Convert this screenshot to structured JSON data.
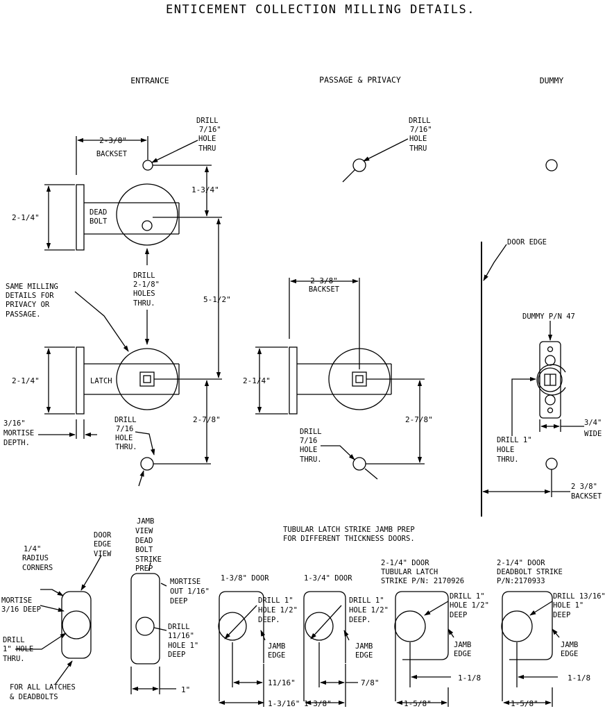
{
  "title": "ENTICEMENT COLLECTION MILLING DETAILS.",
  "sections": {
    "entrance": "ENTRANCE",
    "passage_privacy": "PASSAGE & PRIVACY",
    "dummy": "DUMMY"
  },
  "entrance": {
    "drill_top": [
      "DRILL",
      "7/16\"",
      "HOLE",
      "THRU"
    ],
    "backset": "2-3/8\"",
    "backset_label": "BACKSET",
    "dim_1_3_4": "1-3/4\"",
    "deadbolt_label": [
      "DEAD",
      "BOLT"
    ],
    "height_upper": "2-1/4\"",
    "drill_mid": [
      "DRILL",
      "2-1/8\"",
      "HOLES",
      "THRU."
    ],
    "dim_5_1_2": "5-1/2\"",
    "same_milling_note": [
      "SAME MILLING",
      "DETAILS FOR",
      "PRIVACY OR",
      "PASSAGE."
    ],
    "height_lower": "2-1/4\"",
    "latch_label": "LATCH",
    "mortise_depth": [
      "3/16\"",
      "MORTISE",
      "DEPTH."
    ],
    "drill_bottom": [
      "DRILL",
      "7/16",
      "HOLE",
      "THRU."
    ],
    "dim_2_7_8": "2-7/8\""
  },
  "passage": {
    "drill_top": [
      "DRILL",
      "7/16\"",
      "HOLE",
      "THRU"
    ],
    "backset": "2 3/8\"",
    "backset_label": "BACKSET",
    "height": "2-1/4\"",
    "drill_bottom": [
      "DRILL",
      "7/16",
      "HOLE",
      "THRU."
    ],
    "dim_2_7_8": "2-7/8\""
  },
  "dummy": {
    "door_edge": "DOOR EDGE",
    "part_number": "DUMMY P/N 47",
    "width": [
      "3/4\"",
      "WIDE"
    ],
    "drill": [
      "DRILL 1\"",
      "HOLE",
      "THRU."
    ],
    "backset": [
      "2 3/8\"",
      "BACKSET"
    ]
  },
  "bottom": {
    "radius_note": [
      "1/4\"",
      "RADIUS",
      "CORNERS"
    ],
    "door_edge_view": [
      "DOOR",
      "EDGE",
      "VIEW"
    ],
    "mortise_note": [
      "MORTISE",
      "3/16 DEEP"
    ],
    "drill_1_hole": [
      "DRILL",
      "1\" HOLE",
      "THRU."
    ],
    "for_all_note": [
      "FOR ALL LATCHES",
      "& DEADBOLTS"
    ],
    "jamb_view": [
      "JAMB",
      "VIEW",
      "DEAD",
      "BOLT",
      "STRIKE",
      "PREP"
    ],
    "mortise_out": [
      "MORTISE",
      "OUT 1/16\"",
      "DEEP"
    ],
    "drill_11_16": [
      "DRILL",
      "11/16\"",
      "HOLE 1\"",
      "DEEP"
    ],
    "jamb_1in": "1\"",
    "tubular_title": [
      "TUBULAR LATCH STRIKE JAMB PREP",
      "FOR DIFFERENT THICKNESS DOORS."
    ],
    "door_1_3_8": {
      "heading": "1-3/8\" DOOR",
      "drill": [
        "DRILL 1\"",
        "HOLE 1/2\"",
        "DEEP."
      ],
      "jamb": [
        "JAMB",
        "EDGE"
      ],
      "dim_small": "11/16\"",
      "dim_width": "1-3/16\""
    },
    "door_1_3_4": {
      "heading": "1-3/4\" DOOR",
      "drill": [
        "DRILL 1\"",
        "HOLE 1/2\"",
        "DEEP."
      ],
      "jamb": [
        "JAMB",
        "EDGE"
      ],
      "dim_small": "7/8\"",
      "dim_width": "1-3/8\""
    },
    "door_tubular": {
      "heading": [
        "2-1/4\" DOOR",
        "TUBULAR LATCH",
        "STRIKE P/N: 2170926"
      ],
      "drill": [
        "DRILL 1\"",
        "HOLE 1/2\"",
        "DEEP"
      ],
      "jamb": [
        "JAMB",
        "EDGE"
      ],
      "dim_small": "1-1/8",
      "dim_width": "1-5/8\""
    },
    "door_deadbolt": {
      "heading": [
        "2-1/4\" DOOR",
        "DEADBOLT STRIKE",
        "P/N:2170933"
      ],
      "drill": [
        "DRILL 13/16\"",
        "HOLE 1\"",
        "DEEP"
      ],
      "jamb": [
        "JAMB",
        "EDGE"
      ],
      "dim_small": "1-1/8",
      "dim_width": "1-5/8\""
    }
  }
}
